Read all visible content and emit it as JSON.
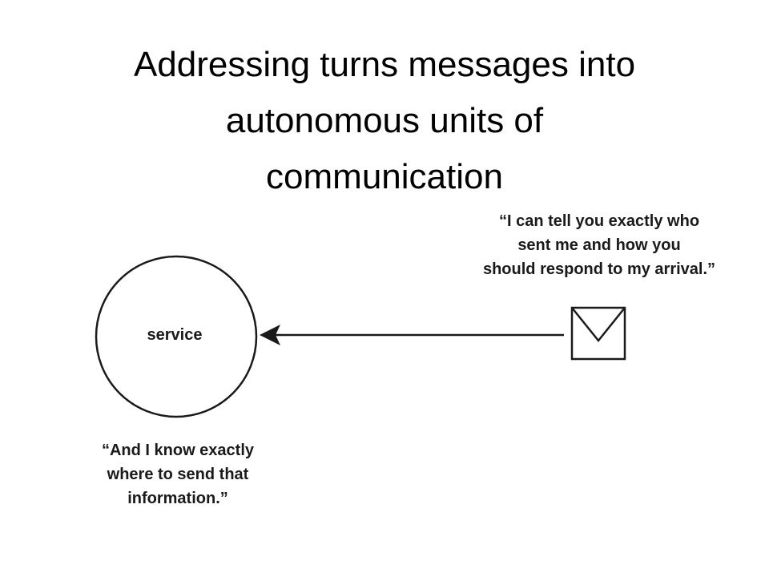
{
  "slide": {
    "title_lines": [
      "Addressing turns messages into",
      "autonomous units of",
      "communication"
    ]
  },
  "diagram": {
    "service_label": "service",
    "message_quote_lines": [
      "“I can tell you exactly who",
      "sent me and how you",
      "should respond to my arrival.”"
    ],
    "service_quote_lines": [
      "“And I know exactly",
      "where to send that",
      "information.”"
    ],
    "icons": {
      "message": "envelope-icon",
      "arrow": "arrow-left-icon"
    },
    "colors": {
      "stroke": "#1a1a1a",
      "background": "#ffffff"
    }
  }
}
